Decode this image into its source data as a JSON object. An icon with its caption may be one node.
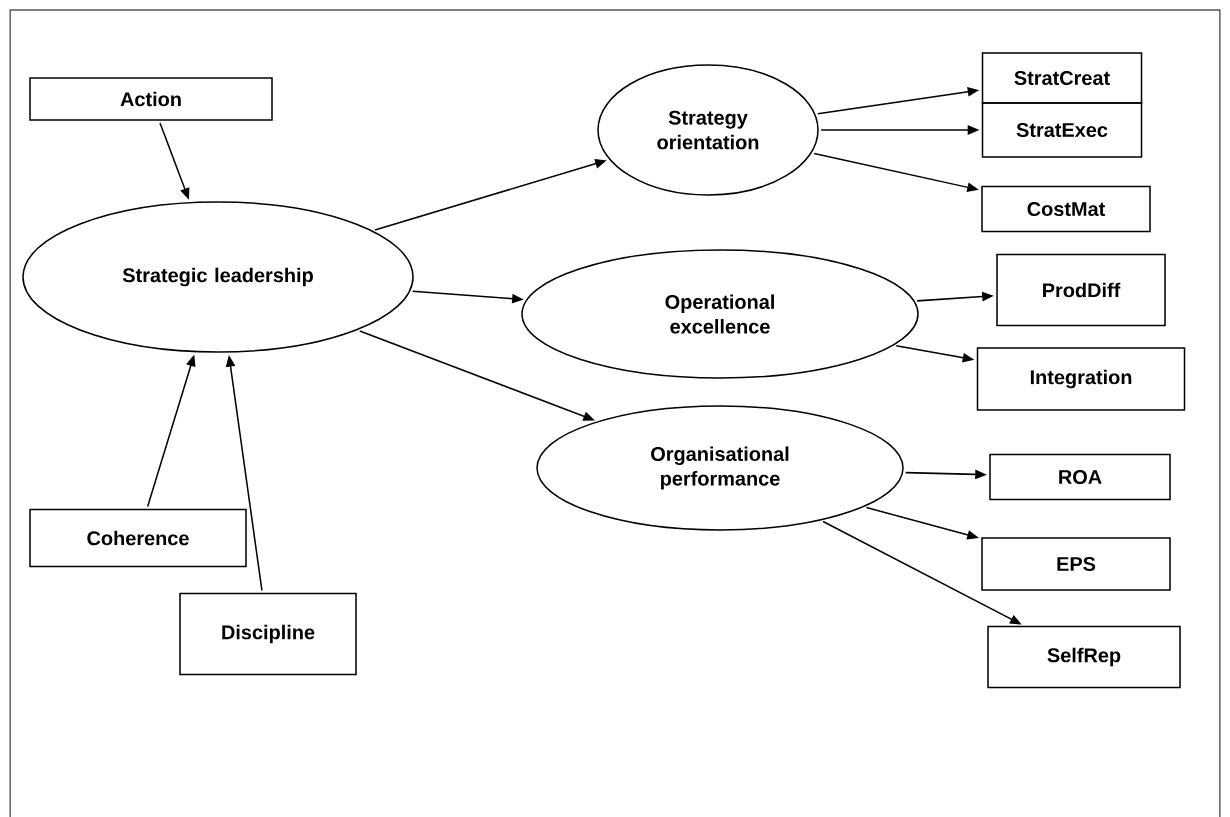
{
  "diagram": {
    "nodes": [
      {
        "text": [
          "Action"
        ]
      },
      {
        "text": [
          "Strategic leadership"
        ]
      },
      {
        "text": [
          "Strategy orientation"
        ]
      },
      {
        "text": [
          "Operational excellence"
        ]
      },
      {
        "text": [
          "Organisational performance"
        ]
      },
      {
        "text": [
          "Coherence"
        ]
      },
      {
        "text": [
          "Discipline"
        ]
      },
      {
        "text": [
          "StratCreat"
        ]
      },
      {
        "text": [
          "StratExec"
        ]
      },
      {
        "text": [
          "CostMat"
        ]
      },
      {
        "text": [
          "ProdDiff"
        ]
      },
      {
        "text": [
          "Integration"
        ]
      },
      {
        "text": [
          "ROA"
        ]
      },
      {
        "text": [
          "EPS"
        ]
      },
      {
        "text": [
          "SelfRep"
        ]
      }
    ],
    "edges": [
      {
        "from": 0,
        "to": 1,
        "arrow": "to"
      },
      {
        "from": 1,
        "to": 2,
        "arrow": "to"
      },
      {
        "from": 1,
        "to": 3,
        "arrow": "to"
      },
      {
        "from": 1,
        "to": 4,
        "arrow": "to"
      },
      {
        "from": 5,
        "to": 1,
        "arrow": "to"
      },
      {
        "from": 6,
        "to": 1,
        "arrow": "to"
      },
      {
        "from": 2,
        "to": 7,
        "arrow": "to"
      },
      {
        "from": 2,
        "to": 8,
        "arrow": "to"
      },
      {
        "from": 2,
        "to": 9,
        "arrow": "to"
      },
      {
        "from": 3,
        "to": 10,
        "arrow": "to"
      },
      {
        "from": 3,
        "to": 11,
        "arrow": "to"
      },
      {
        "from": 4,
        "to": 12,
        "arrow": "to"
      },
      {
        "from": 4,
        "to": 13,
        "arrow": "to"
      },
      {
        "from": 4,
        "to": 14,
        "arrow": "to"
      }
    ]
  }
}
